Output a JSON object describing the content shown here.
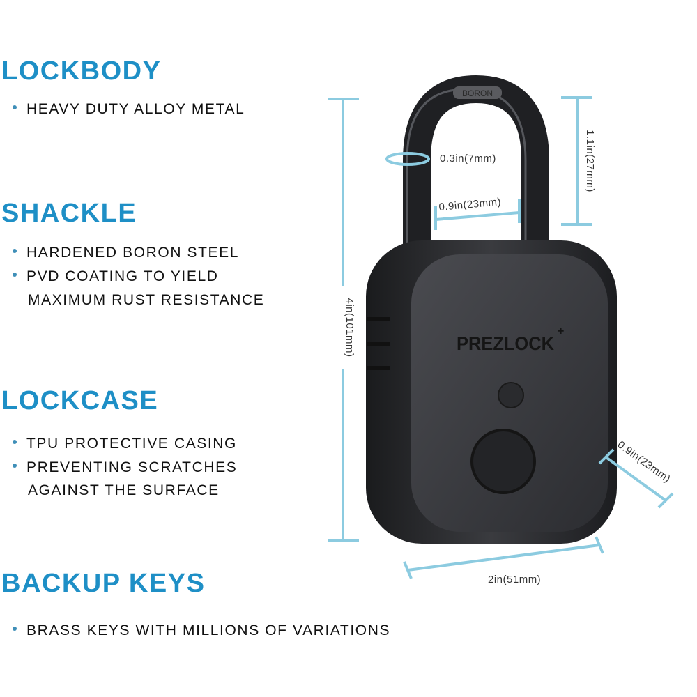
{
  "sections": [
    {
      "heading": "LOCKBODY",
      "bullets": [
        "HEAVY DUTY ALLOY METAL"
      ]
    },
    {
      "heading": "SHACKLE",
      "bullets": [
        "HARDENED BORON STEEL",
        "PVD COATING TO YIELD",
        "MAXIMUM RUST RESISTANCE"
      ]
    },
    {
      "heading": "LOCKCASE",
      "bullets": [
        "TPU PROTECTIVE CASING",
        "PREVENTING SCRATCHES",
        "AGAINST THE SURFACE"
      ]
    },
    {
      "heading": "BACKUP KEYS",
      "bullets": [
        "BRASS KEYS WITH MILLIONS OF VARIATIONS"
      ]
    }
  ],
  "product": {
    "brand": "PREZLOCK",
    "brand_sup": "+",
    "shackle_stamp": "BORON"
  },
  "dimensions": {
    "height": "4in(101mm)",
    "shackle_height": "1.1in(27mm)",
    "shackle_diameter": "0.3in(7mm)",
    "shackle_width": "0.9in(23mm)",
    "depth": "0.9in(23mm)",
    "width": "2in(51mm)"
  },
  "colors": {
    "heading": "#1e8fc6",
    "dimension_line": "#8ccbe0",
    "lock_body": "#2a2b2e"
  }
}
